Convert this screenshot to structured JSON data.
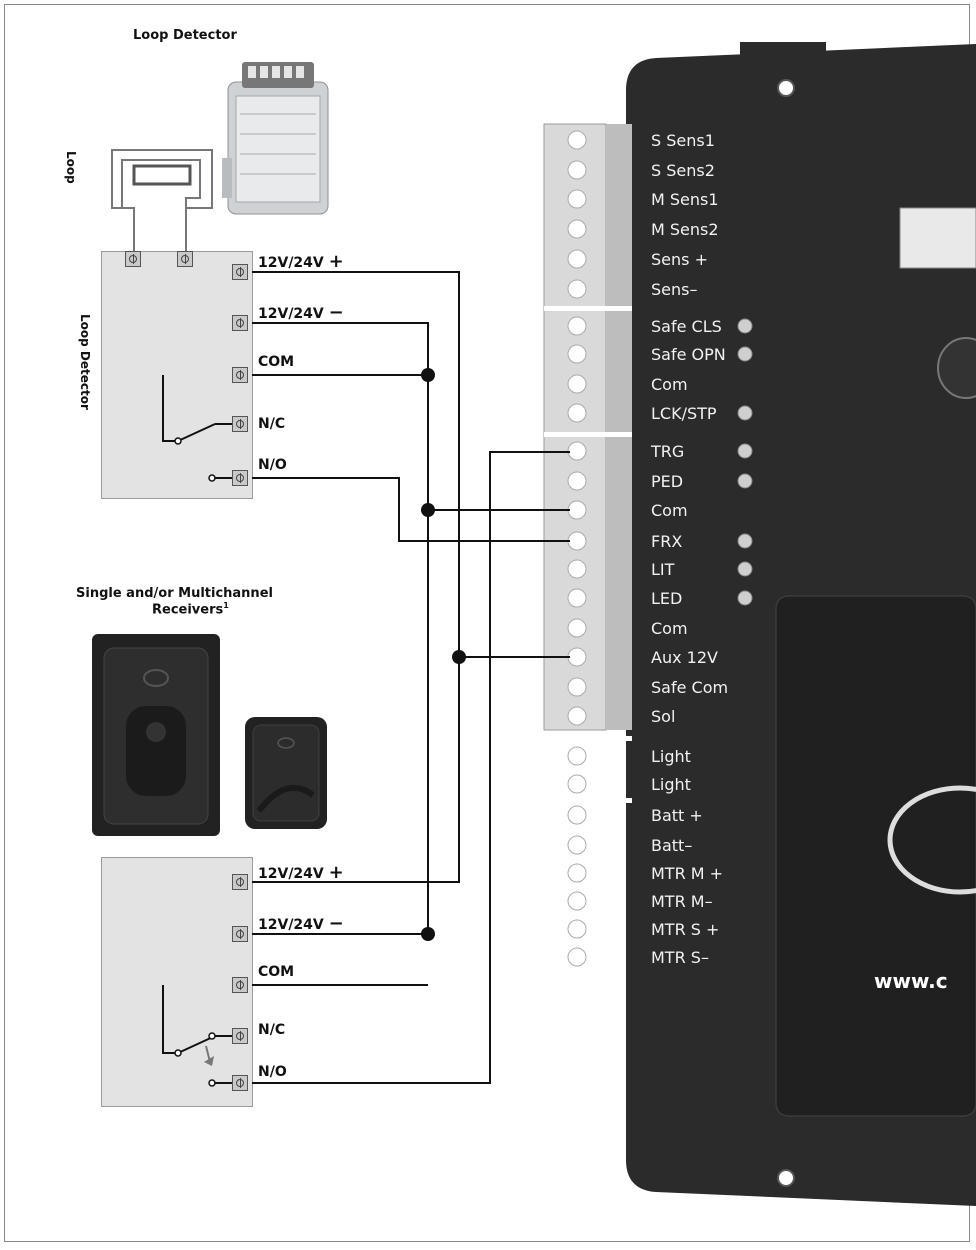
{
  "titles": {
    "loop_detector_top": "Loop Detector",
    "loop": "Loop",
    "loop_detector_side": "Loop Detector",
    "receivers_line1": "Single and/or Multichannel",
    "receivers_line2": "Receivers",
    "receivers_sup": "1"
  },
  "loop_detector_terminals": [
    {
      "label": "12V/24V",
      "sign": "+"
    },
    {
      "label": "12V/24V",
      "sign": "−"
    },
    {
      "label": "COM",
      "sign": ""
    },
    {
      "label": "N/C",
      "sign": ""
    },
    {
      "label": "N/O",
      "sign": ""
    }
  ],
  "receiver_terminals": [
    {
      "label": "12V/24V",
      "sign": "+"
    },
    {
      "label": "12V/24V",
      "sign": "−"
    },
    {
      "label": "COM",
      "sign": ""
    },
    {
      "label": "N/C",
      "sign": ""
    },
    {
      "label": "N/O",
      "sign": ""
    }
  ],
  "controller_terminals": [
    "S Sens1",
    "S Sens2",
    "M Sens1",
    "M Sens2",
    "Sens +",
    "Sens–",
    "Safe CLS",
    "Safe OPN",
    "Com",
    "LCK/STP",
    "TRG",
    "PED",
    "Com",
    "FRX",
    "LIT",
    "LED",
    "Com",
    "Aux 12V",
    "Safe Com",
    "Sol",
    "Light",
    "Light",
    "Batt +",
    "Batt–",
    "MTR M +",
    "MTR M–",
    "MTR S +",
    "MTR S–"
  ],
  "controller_leds": [
    "Safe CLS",
    "Safe OPN",
    "LCK/STP",
    "TRG",
    "PED",
    "FRX",
    "LIT",
    "LED"
  ],
  "controller_url": "www.c",
  "colors": {
    "controller_body": "#2b2b2b",
    "terminal_strip": "#d9d9d9",
    "wire": "#111111",
    "box": "#e3e3e3"
  }
}
